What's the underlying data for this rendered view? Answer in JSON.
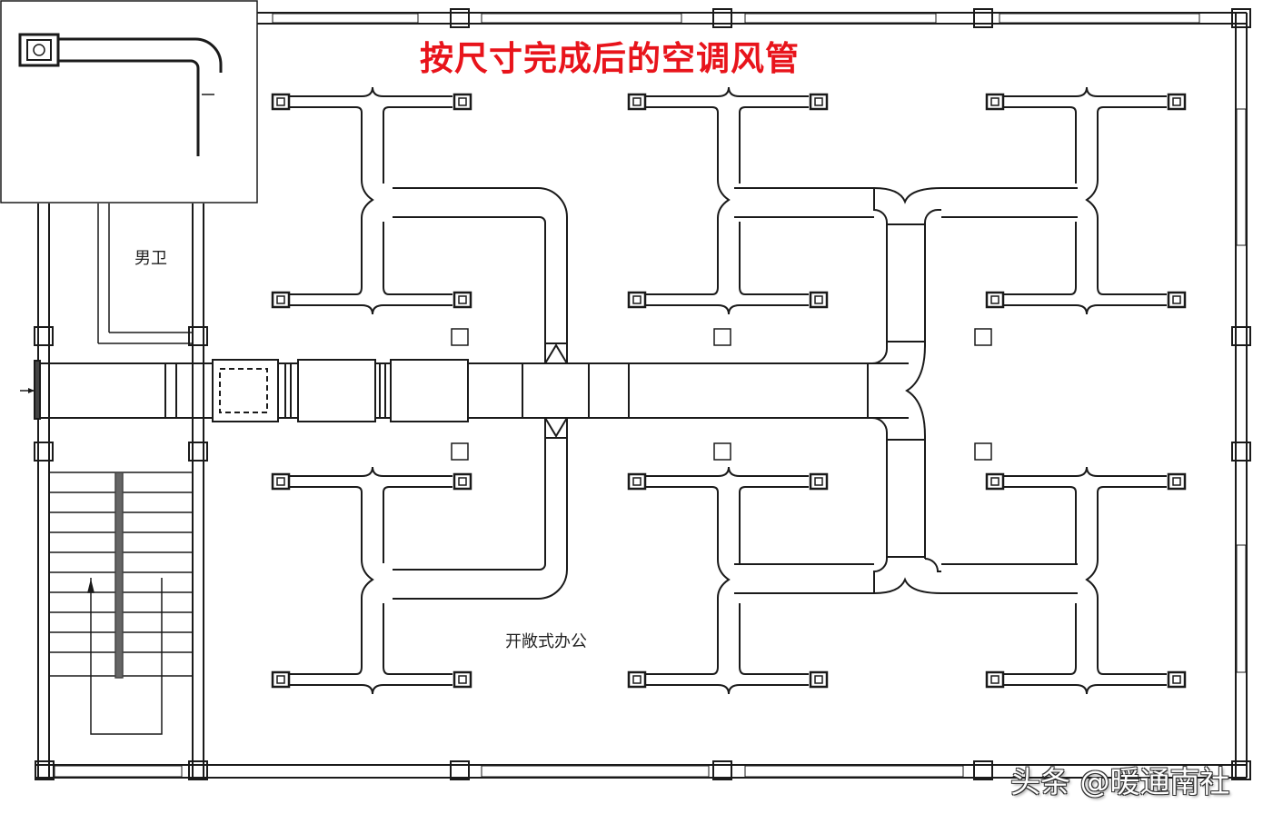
{
  "title": "按尺寸完成后的空调风管",
  "rooms": {
    "restroom": "男卫",
    "open_office": "开敞式办公"
  },
  "watermark": "头条 @暖通南社",
  "colors": {
    "title": "#e8141b",
    "line": "#1a1a1a",
    "background": "#ffffff"
  }
}
